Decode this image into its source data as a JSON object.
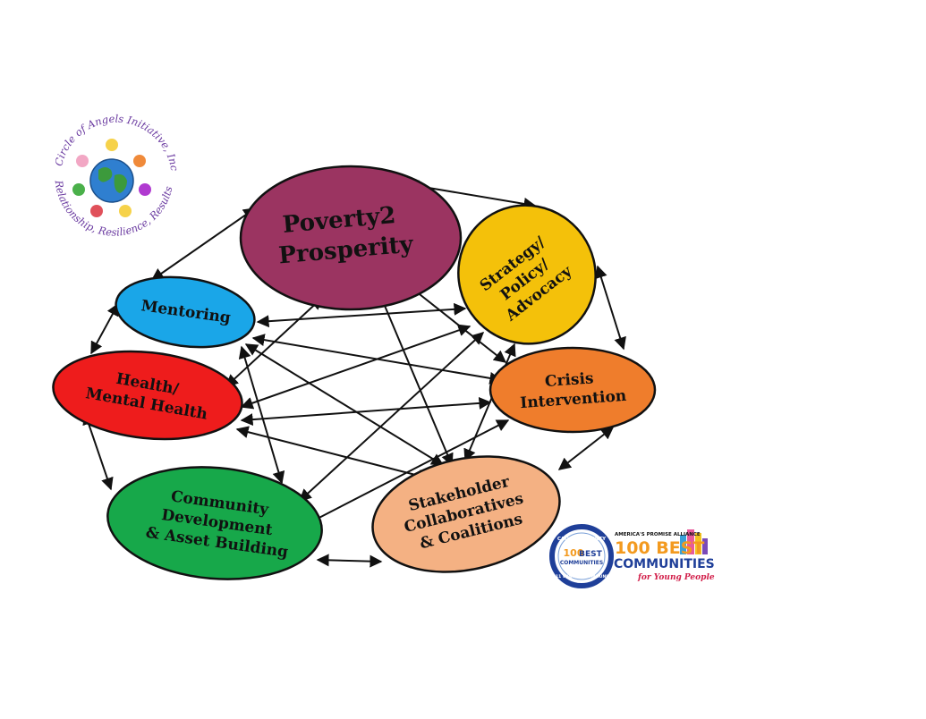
{
  "logo": {
    "arc_top": "Circle of Angels Initiative, Inc",
    "arc_bottom": "Relationship, Resilience, Results",
    "globe_color": "#2f7fd0",
    "land_color": "#3c9a3c",
    "text_color": "#6a3aa0"
  },
  "nodes": {
    "poverty": {
      "lines": [
        "Poverty2",
        "Prosperity"
      ],
      "color": "#9b3461"
    },
    "strategy": {
      "lines": [
        "Strategy/",
        "Policy/",
        "Advocacy"
      ],
      "color": "#f4c10a"
    },
    "mentoring": {
      "lines": [
        "Mentoring"
      ],
      "color": "#1aa6e8"
    },
    "health": {
      "lines": [
        "Health/",
        "Mental Health"
      ],
      "color": "#ee1c1c"
    },
    "crisis": {
      "lines": [
        "Crisis",
        "Intervention"
      ],
      "color": "#ef7d2c"
    },
    "community": {
      "lines": [
        "Community",
        "Development",
        "& Asset Building"
      ],
      "color": "#17a84a"
    },
    "stakeholder": {
      "lines": [
        "Stakeholder",
        "Collaboratives",
        "& Coalitions"
      ],
      "color": "#f4b183"
    }
  },
  "badge_calvert": {
    "top": "CALVERT COUNTY",
    "number": "100",
    "best": "BEST",
    "communities": "COMMUNITIES",
    "bottom": "2011 WINNING COMMUNITY",
    "ring_color": "#1f3f99"
  },
  "badge_apa": {
    "top": "AMERICA'S PROMISE ALLIANCE",
    "number": "100 BEST",
    "communities": "COMMUNITIES",
    "tagline": "for Young People",
    "number_color": "#f39a1f",
    "communities_color": "#1f3f99",
    "tagline_color": "#d21f4a"
  }
}
